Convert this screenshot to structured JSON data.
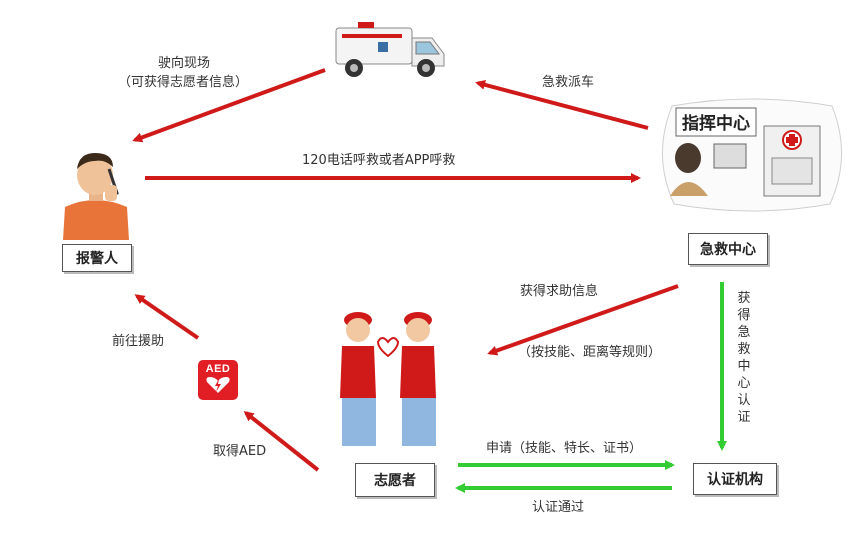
{
  "nodes": {
    "caller": "报警人",
    "center": "急救中心",
    "volunteer": "志愿者",
    "cert_org": "认证机构"
  },
  "center_sign": "指挥中心",
  "aed_label": "AED",
  "edges": {
    "call": "120电话呼救或者APP呼救",
    "dispatch": "急救派车",
    "drive_to_scene_1": "驶向现场",
    "drive_to_scene_2": "（可获得志愿者信息）",
    "help_info_1": "获得求助信息",
    "help_info_2": "（按技能、距离等规则）",
    "go_help": "前往援助",
    "get_aed": "取得AED",
    "apply": "申请（技能、特长、证书）",
    "approved": "认证通过",
    "center_cert": "获得急救中心认证"
  },
  "colors": {
    "red_arrow": "#d01a1a",
    "green_arrow": "#33cc33",
    "accent": "#e01e24"
  }
}
